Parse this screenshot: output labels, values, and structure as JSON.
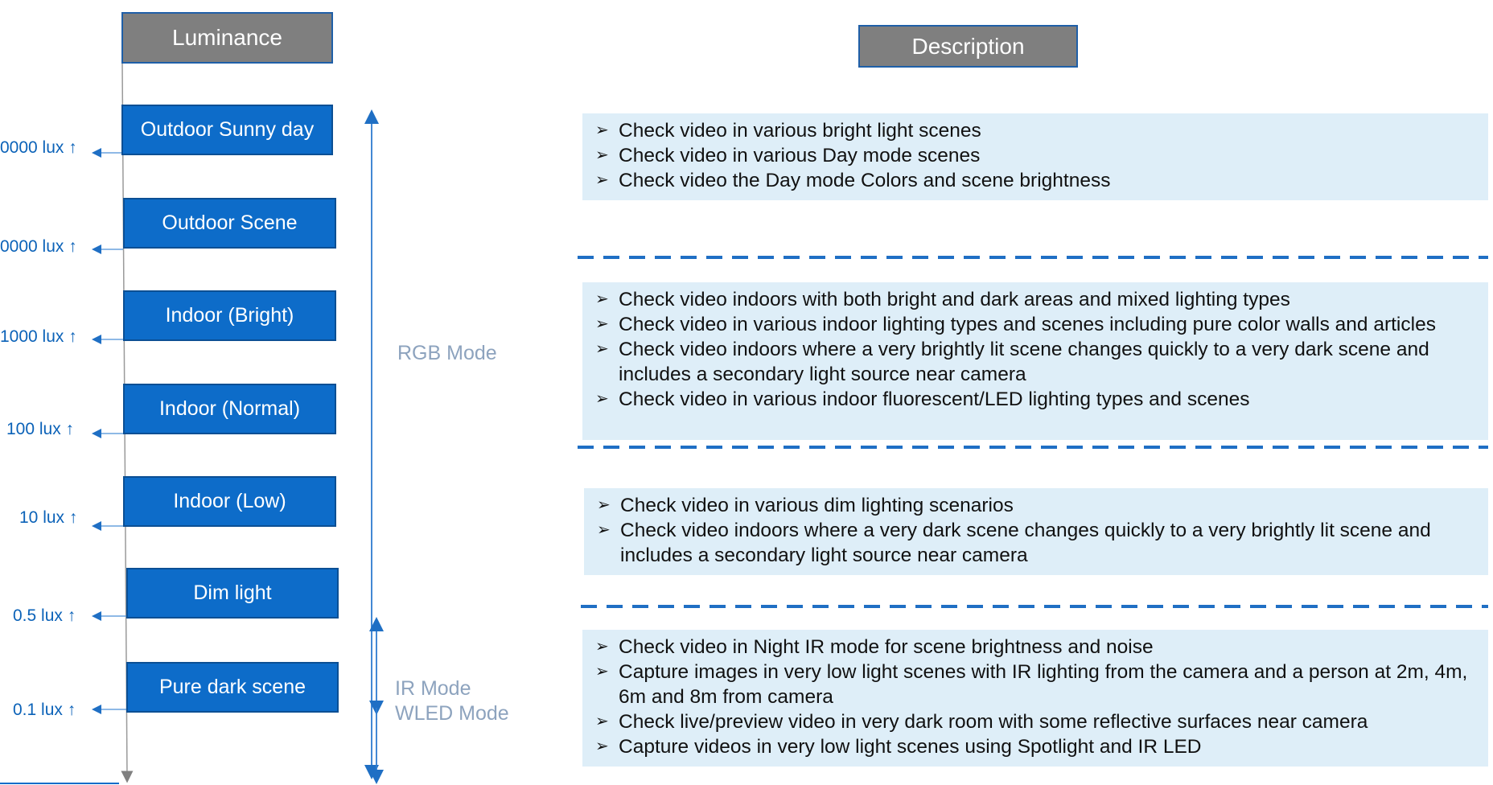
{
  "luminance_header": "Luminance",
  "description_header": "Description",
  "bullet_glyph": "➢",
  "levels": [
    {
      "label": "Outdoor Sunny day",
      "lux": "0000 lux ↑"
    },
    {
      "label": "Outdoor Scene",
      "lux": "0000 lux ↑"
    },
    {
      "label": "Indoor (Bright)",
      "lux": "1000 lux ↑"
    },
    {
      "label": "Indoor (Normal)",
      "lux": "100 lux ↑"
    },
    {
      "label": "Indoor (Low)",
      "lux": "10 lux ↑"
    },
    {
      "label": "Dim light",
      "lux": "0.5 lux ↑"
    },
    {
      "label": "Pure dark scene",
      "lux": "0.1 lux ↑"
    }
  ],
  "modes": {
    "rgb": "RGB Mode",
    "ir": "IR Mode",
    "wled": "WLED Mode"
  },
  "descriptions": [
    {
      "items": [
        "Check video in various bright light scenes",
        "Check video in various Day mode scenes",
        "Check video the Day mode Colors and scene brightness"
      ]
    },
    {
      "items": [
        "Check video indoors with both bright and dark areas and mixed lighting types",
        "Check video in various indoor lighting types and scenes including pure color walls and articles",
        "Check video indoors where a very brightly lit scene changes quickly to a very dark scene and includes a secondary light source near camera",
        "Check video in various indoor fluorescent/LED lighting types and scenes"
      ]
    },
    {
      "items": [
        "Check video in various dim lighting scenarios",
        "Check video indoors where a very dark scene changes quickly to a very brightly lit scene and includes a secondary light source near camera"
      ]
    },
    {
      "items": [
        "Check video in Night IR mode for scene brightness and noise",
        "Capture images in very low light scenes with IR lighting from the camera and a person at 2m, 4m, 6m and 8m from camera",
        "Check live/preview video in very dark room with some reflective surfaces near camera",
        "Capture videos in very low light scenes using Spotlight and IR LED"
      ]
    }
  ],
  "colors": {
    "level_box": "#0d6cc9",
    "header_box": "#7f7f7f",
    "lux_text": "#0b62b8",
    "mode_text": "#8da3be",
    "desc_bg": "#deeef8",
    "dash_line": "#1f6fc4"
  }
}
